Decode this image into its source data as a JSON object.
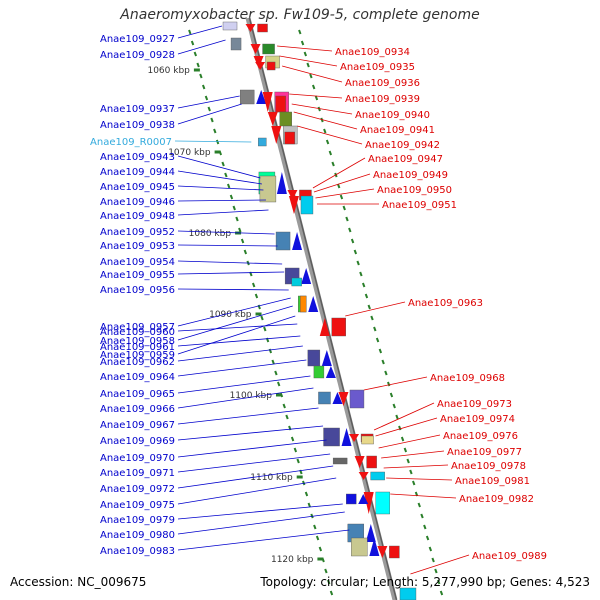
{
  "title": "Anaeromyxobacter sp. Fw109-5, complete genome",
  "footer": {
    "accession": "Accession: NC_009675",
    "meta": "Topology: circular; Length: 5,277,990 bp; Genes: 4,523"
  },
  "colors": {
    "left_label": "#0000cc",
    "right_label": "#dd0000",
    "rna_label": "#33aadd",
    "backbone": "#888888",
    "tick": "#2a7f2a"
  },
  "kbp_labels": [
    "1060 kbp",
    "1070 kbp",
    "1080 kbp",
    "1090 kbp",
    "1100 kbp",
    "1110 kbp",
    "1120 kbp"
  ],
  "left_labels": [
    "Anae109_0927",
    "Anae109_0928",
    "Anae109_0937",
    "Anae109_0938",
    "Anae109_R0007",
    "Anae109_0943",
    "Anae109_0944",
    "Anae109_0945",
    "Anae109_0946",
    "Anae109_0948",
    "Anae109_0952",
    "Anae109_0953",
    "Anae109_0954",
    "Anae109_0955",
    "Anae109_0956",
    "Anae109_0957",
    "Anae109_0958",
    "Anae109_0959",
    "Anae109_0960",
    "Anae109_0961",
    "Anae109_0962",
    "Anae109_0964",
    "Anae109_0965",
    "Anae109_0966",
    "Anae109_0967",
    "Anae109_0969",
    "Anae109_0970",
    "Anae109_0971",
    "Anae109_0972",
    "Anae109_0975",
    "Anae109_0979",
    "Anae109_0980",
    "Anae109_0983"
  ],
  "right_labels": [
    "Anae109_0934",
    "Anae109_0935",
    "Anae109_0936",
    "Anae109_0939",
    "Anae109_0940",
    "Anae109_0941",
    "Anae109_0942",
    "Anae109_0947",
    "Anae109_0949",
    "Anae109_0950",
    "Anae109_0951",
    "Anae109_0963",
    "Anae109_0968",
    "Anae109_0973",
    "Anae109_0974",
    "Anae109_0976",
    "Anae109_0977",
    "Anae109_0978",
    "Anae109_0981",
    "Anae109_0982",
    "Anae109_0989"
  ]
}
